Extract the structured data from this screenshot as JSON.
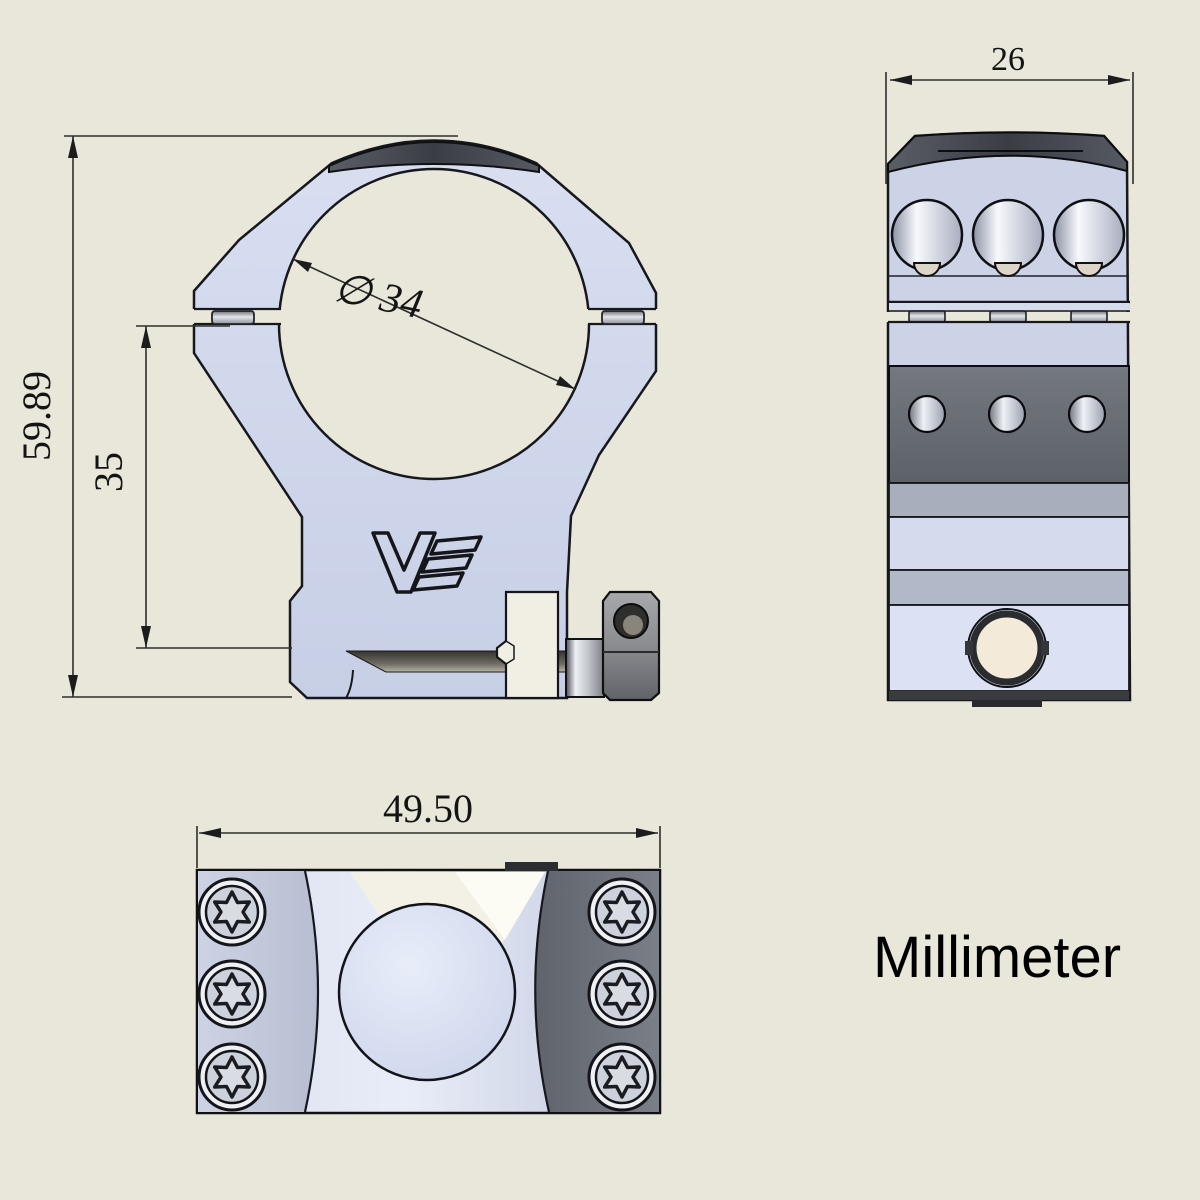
{
  "drawing": {
    "unit_label": "Millimeter",
    "brand_logo": "VE",
    "background_color": "#e9e7d9",
    "line_color": "#1a1a1a",
    "body_color": "#cfd7ec",
    "dark_metal_color": "#4a4d54",
    "cream_color": "#f4ead9",
    "views": {
      "front": {
        "name": "front-view",
        "dims": {
          "total_height": "59.89",
          "saddle_height": "35",
          "bore_diameter": "∅ 34"
        }
      },
      "side": {
        "name": "side-view",
        "dims": {
          "width": "26"
        }
      },
      "top": {
        "name": "top-view",
        "dims": {
          "length": "49.50"
        }
      }
    }
  }
}
